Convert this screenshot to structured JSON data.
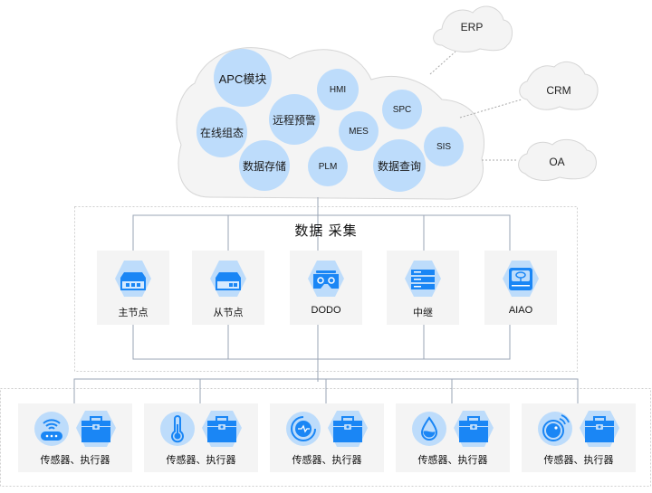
{
  "cloud": {
    "modules": [
      {
        "id": "apc",
        "label": "APC模块"
      },
      {
        "id": "hmi",
        "label": "HMI"
      },
      {
        "id": "spc",
        "label": "SPC"
      },
      {
        "id": "online-config",
        "label": "在线组态"
      },
      {
        "id": "remote-alarm",
        "label": "远程预警"
      },
      {
        "id": "mes",
        "label": "MES"
      },
      {
        "id": "sis",
        "label": "SIS"
      },
      {
        "id": "data-storage",
        "label": "数据存储"
      },
      {
        "id": "plm",
        "label": "PLM"
      },
      {
        "id": "data-query",
        "label": "数据查询"
      }
    ]
  },
  "external_systems": [
    {
      "id": "erp",
      "label": "ERP"
    },
    {
      "id": "crm",
      "label": "CRM"
    },
    {
      "id": "oa",
      "label": "OA"
    }
  ],
  "collection": {
    "title": "数据 采集",
    "nodes": [
      {
        "id": "master",
        "label": "主节点",
        "icon": "server-three-dots-icon"
      },
      {
        "id": "slave",
        "label": "从节点",
        "icon": "server-two-dots-icon"
      },
      {
        "id": "dodo",
        "label": "DODO",
        "icon": "vr-goggles-icon"
      },
      {
        "id": "relay",
        "label": "中继",
        "icon": "rack-server-icon"
      },
      {
        "id": "aiao",
        "label": "AIAO",
        "icon": "hard-drive-icon"
      }
    ]
  },
  "devices": [
    {
      "label": "传感器、执行器",
      "sensor_icon": "wifi-router-icon",
      "actuator_icon": "toolbox-icon"
    },
    {
      "label": "传感器、执行器",
      "sensor_icon": "thermometer-icon",
      "actuator_icon": "toolbox-icon"
    },
    {
      "label": "传感器、执行器",
      "sensor_icon": "pulse-gauge-icon",
      "actuator_icon": "toolbox-icon"
    },
    {
      "label": "传感器、执行器",
      "sensor_icon": "water-drop-icon",
      "actuator_icon": "toolbox-icon"
    },
    {
      "label": "传感器、执行器",
      "sensor_icon": "camera-signal-icon",
      "actuator_icon": "toolbox-icon"
    }
  ],
  "colors": {
    "bubble": "#bddcfb",
    "cloud_fill": "#f4f4f4",
    "cloud_stroke": "#d6d6d6",
    "icon_blue": "#1a86f5",
    "icon_light": "#bddcfb",
    "connector": "#9aa4b5"
  }
}
